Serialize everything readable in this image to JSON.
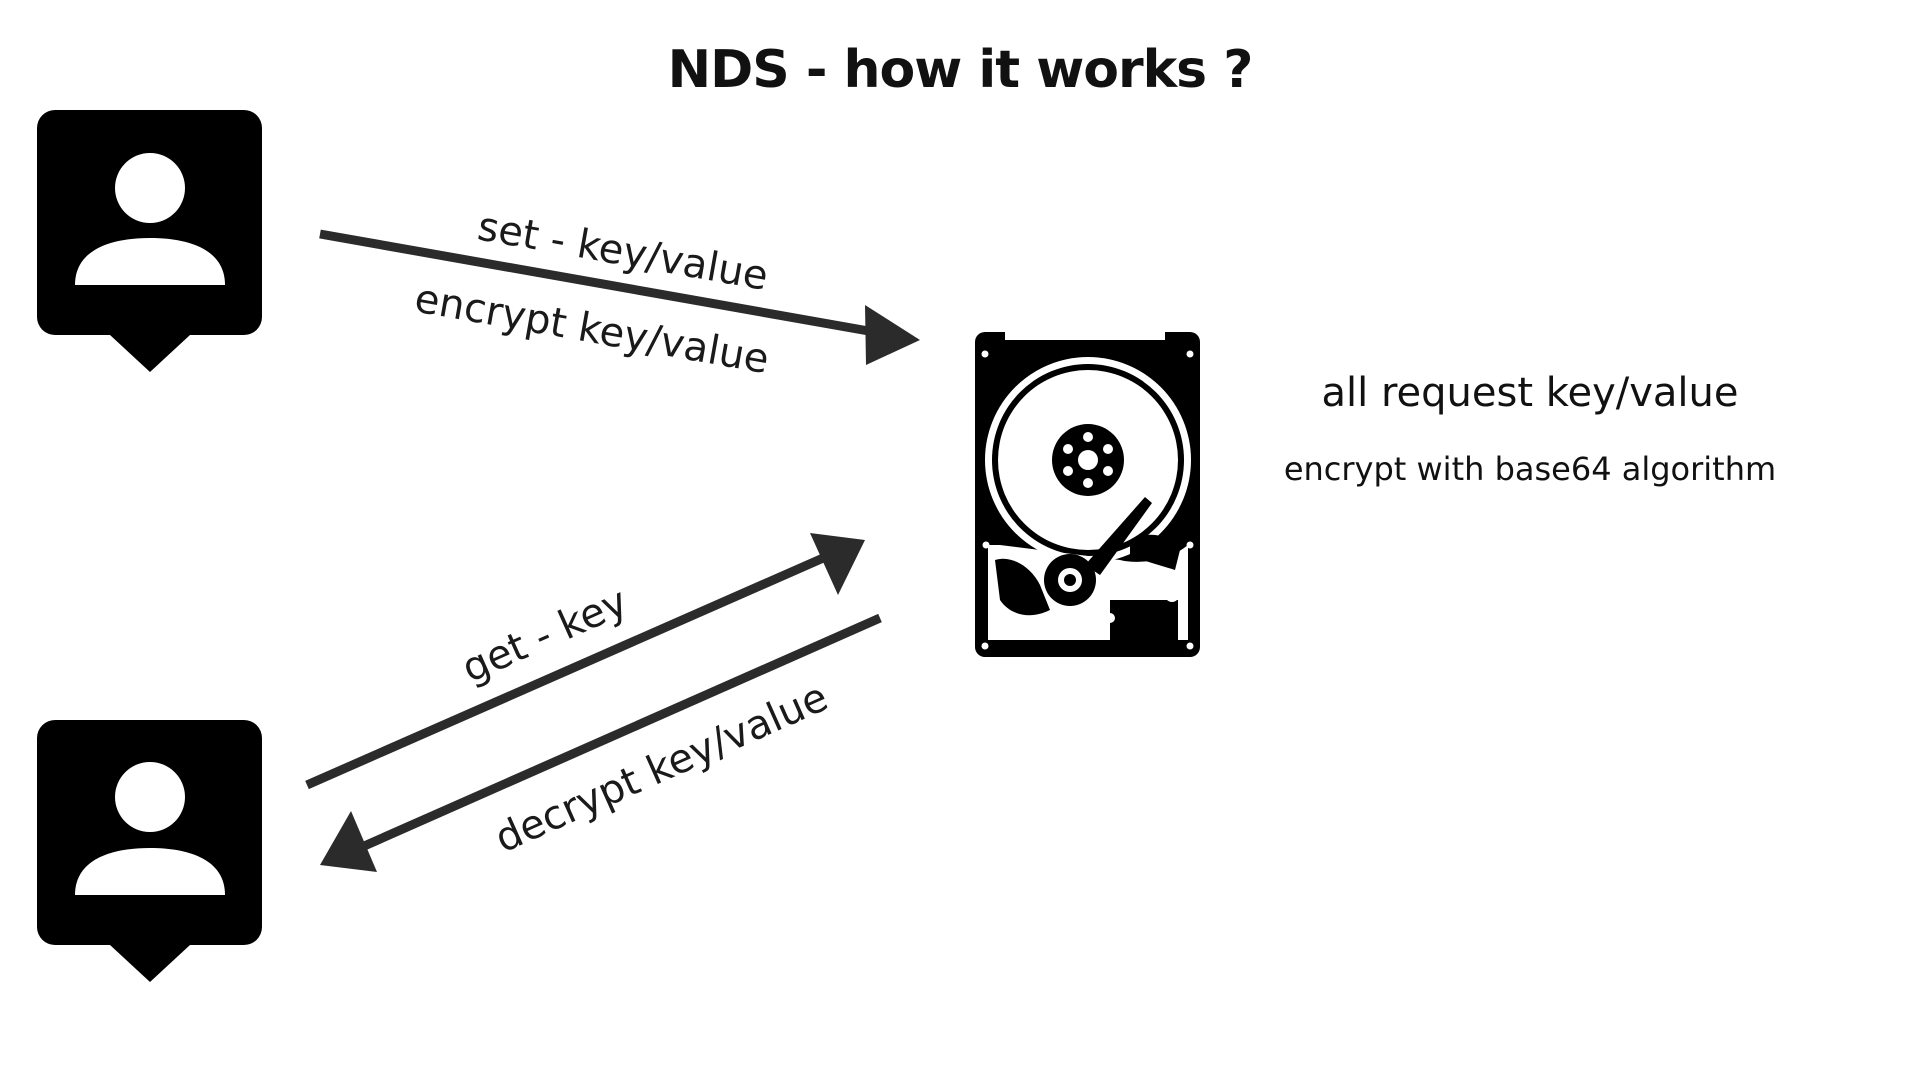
{
  "diagram": {
    "title": "NDS - how it works ?",
    "arrows": {
      "set_label": "set - key/value",
      "encrypt_label": "encrypt key/value",
      "get_label": "get - key",
      "decrypt_label": "decrypt key/value"
    },
    "storage_note": {
      "main": "all request key/value",
      "sub": "encrypt with base64 algorithm"
    },
    "colors": {
      "icon_fill": "#000000",
      "arrow_stroke": "#2b2b2b",
      "background": "#ffffff"
    },
    "icons": [
      "user-location-icon",
      "user-location-icon",
      "hard-drive-icon"
    ]
  }
}
